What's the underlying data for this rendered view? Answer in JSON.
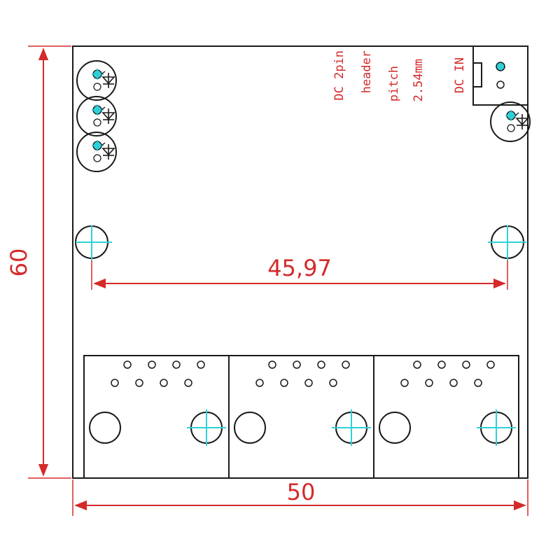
{
  "dimensions": {
    "height_label": "60",
    "width_label": "50",
    "hole_spacing_label": "45,97"
  },
  "notes": {
    "header_line1": "DC 2pin",
    "header_line2": "header",
    "header_line3": "pitch",
    "header_line4": "2.54mm",
    "dc_in": "DC IN"
  },
  "counts": {
    "left_leds": 3,
    "rj45_ports": 3
  },
  "colors": {
    "outline": "#1a1a1a",
    "dimension": "#d42a2a",
    "pad_marker": "#2fd0d8"
  }
}
